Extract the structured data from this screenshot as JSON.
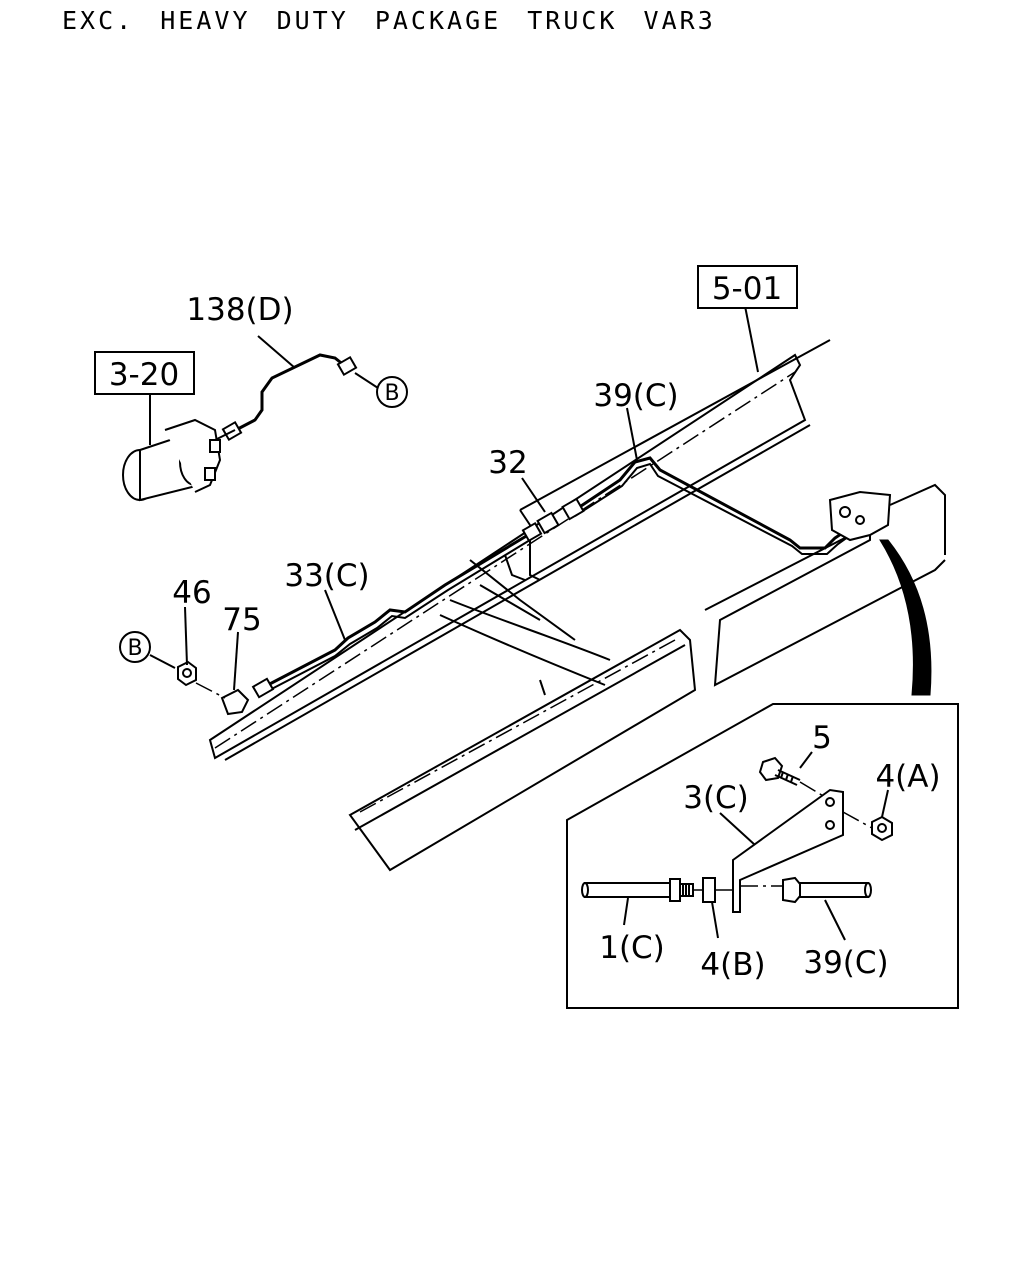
{
  "title": "EXC. HEAVY DUTY PACKAGE TRUCK VAR3",
  "ref_boxes": {
    "frame": "5-01",
    "booster": "3-20"
  },
  "callouts": {
    "p138": "138(D)",
    "p39_top": "39(C)",
    "p32": "32",
    "p33": "33(C)",
    "p46": "46",
    "p75": "75",
    "p5": "5",
    "p4a": "4(A)",
    "p3": "3(C)",
    "p1": "1(C)",
    "p4b": "4(B)",
    "p39_detail": "39(C)"
  },
  "connectors": {
    "b_right": "B",
    "b_left": "B"
  },
  "icons": {
    "booster": "brake-booster-icon",
    "frame": "frame-rail-icon",
    "bracket": "bracket-icon",
    "bolt": "bolt-icon",
    "nut": "nut-icon"
  }
}
